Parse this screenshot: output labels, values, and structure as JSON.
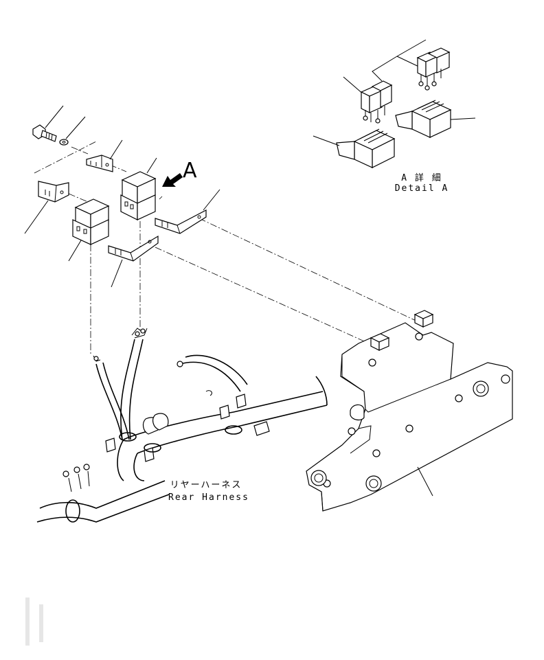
{
  "callouts": {
    "view_letter": "A",
    "detail_jp": "A 詳 細",
    "detail_en": "Detail A",
    "harness_jp": "リヤーハーネス",
    "harness_en": "Rear Harness"
  },
  "colors": {
    "line": "#000000",
    "background": "#ffffff"
  }
}
